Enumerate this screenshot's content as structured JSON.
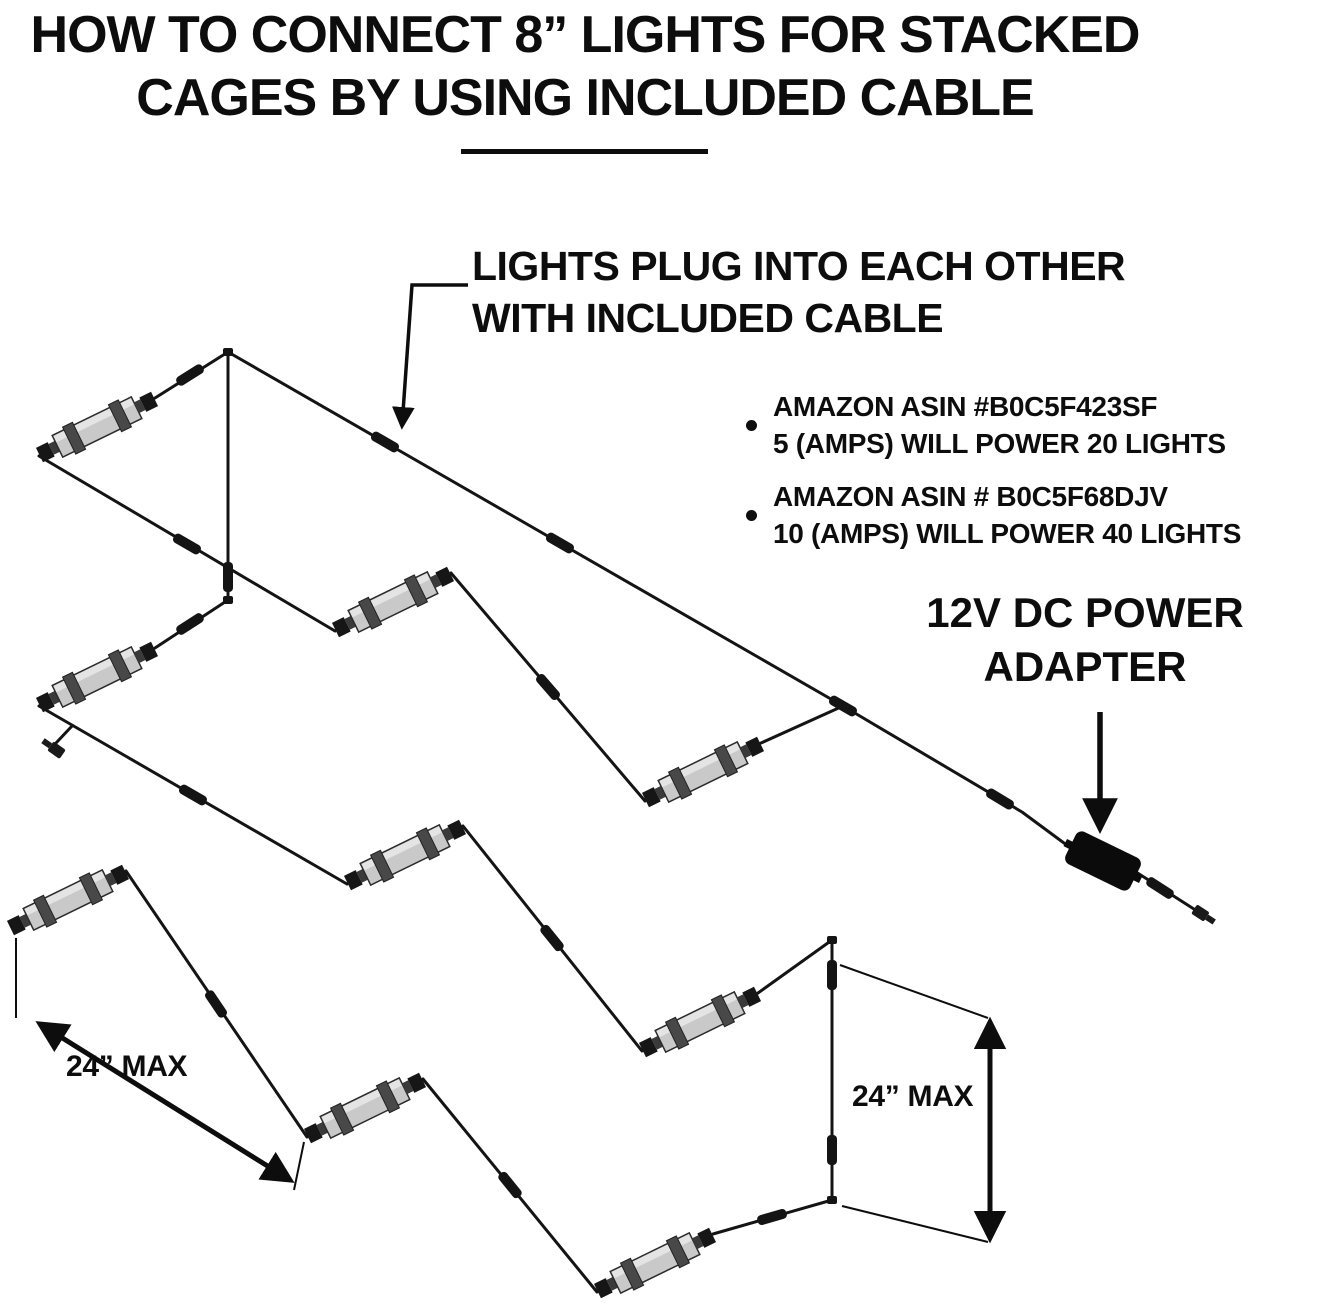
{
  "title": {
    "line1": "HOW TO CONNECT 8” LIGHTS FOR STACKED",
    "line2": "CAGES BY USING INCLUDED CABLE"
  },
  "callout": {
    "line1": "LIGHTS PLUG INTO EACH OTHER",
    "line2": "WITH INCLUDED CABLE"
  },
  "bullets": [
    {
      "line1": "AMAZON ASIN #B0C5F423SF",
      "line2": "5 (AMPS) WILL POWER 20 LIGHTS"
    },
    {
      "line1": "AMAZON ASIN # B0C5F68DJV",
      "line2": "10 (AMPS) WILL POWER 40 LIGHTS"
    }
  ],
  "adapter_label": {
    "line1": "12V DC POWER",
    "line2": "ADAPTER"
  },
  "dimensions": {
    "left": "24” MAX",
    "right": "24” MAX"
  },
  "icons": {
    "arrow-head": "svg-triangle",
    "bullet-dot": "css-circle"
  },
  "colors": {
    "ink": "#0d0d0d",
    "cable": "#141414",
    "light_body": "#c9c9c9",
    "light_clamp": "#484848",
    "background": "#ffffff"
  }
}
